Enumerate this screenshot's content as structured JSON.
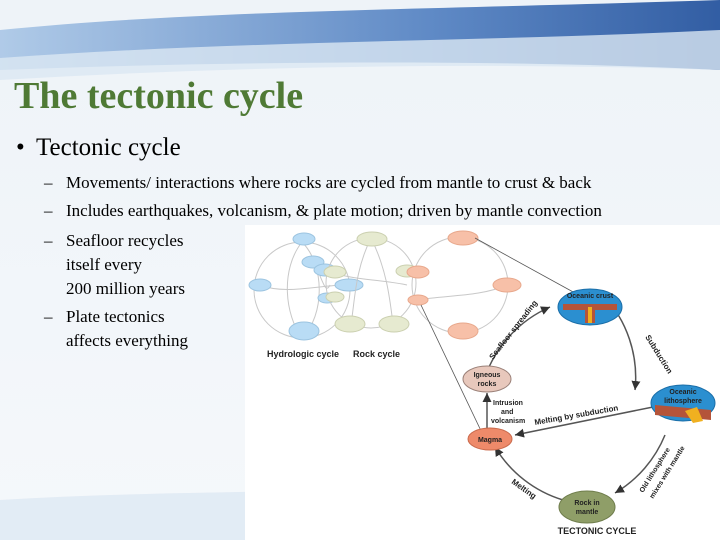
{
  "slide": {
    "title": "The tectonic cycle",
    "bullet": "Tectonic cycle",
    "subbullets": [
      "Movements/ interactions where rocks are cycled from mantle to crust & back",
      "Includes earthquakes, volcanism, & plate motion; driven by mantle convection"
    ],
    "left_bullets": [
      {
        "lines": [
          "Seafloor recycles",
          "itself every",
          "200 million years"
        ]
      },
      {
        "lines": [
          "Plate tectonics",
          "affects everything"
        ]
      }
    ]
  },
  "figure": {
    "hydrologic_label": "Hydrologic cycle",
    "rock_label": "Rock cycle",
    "cycle_title": "TECTONIC CYCLE",
    "nodes": {
      "oceanic_crust": "Oceanic crust",
      "oceanic_lithosphere": [
        "Oceanic",
        "lithosphere"
      ],
      "rock_in_mantle": [
        "Rock in",
        "mantle"
      ],
      "magma": "Magma",
      "igneous_rocks": [
        "Igneous",
        "rocks"
      ]
    },
    "arrows": {
      "subduction": "Subduction",
      "melting_by_subduction": "Melting by subduction",
      "old_lithosphere": [
        "Old lithosphere",
        "mixes with mantle"
      ],
      "melting": "Melting",
      "intrusion": [
        "Intrusion",
        "and",
        "volcanism"
      ],
      "seafloor_spreading": "Seafloor spreading"
    },
    "colors": {
      "hydro_node": "#b9dcf5",
      "rock_node": "#e6ead0",
      "tectonic_small_node": "#f7c0a8",
      "ocean_blue": "#2b8fd0",
      "crust_brown": "#b4543a",
      "magma": "#ee8a6a",
      "mantle_green": "#8f9e68",
      "igneous": "#e8c8bc"
    }
  }
}
